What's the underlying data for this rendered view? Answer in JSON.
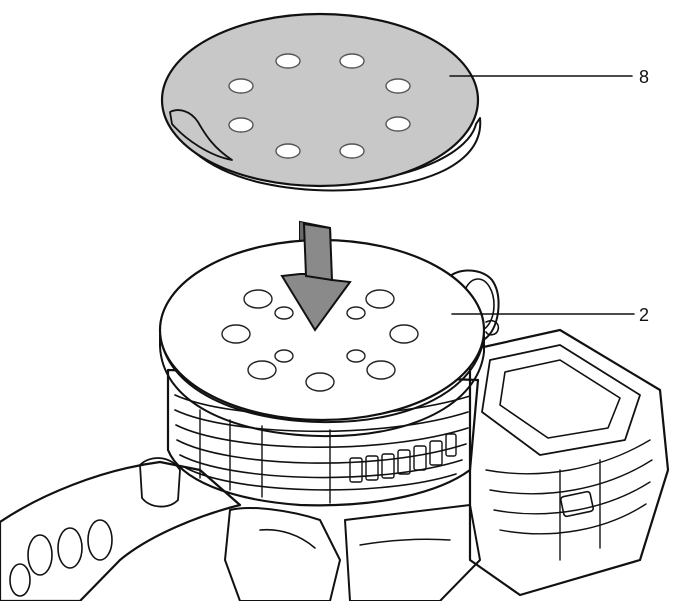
{
  "diagram": {
    "callouts": [
      {
        "id": "sanding-paper",
        "label": "8"
      },
      {
        "id": "sanding-pad",
        "label": "2"
      }
    ],
    "colors": {
      "ink": "#111111",
      "sanding_paper": "#c8c8c8",
      "arrow": "#8a8a8a",
      "pad": "#ffffff",
      "body_shade": "#dcdcdc"
    },
    "icons": {
      "arrow": "down-arrow-icon"
    }
  }
}
